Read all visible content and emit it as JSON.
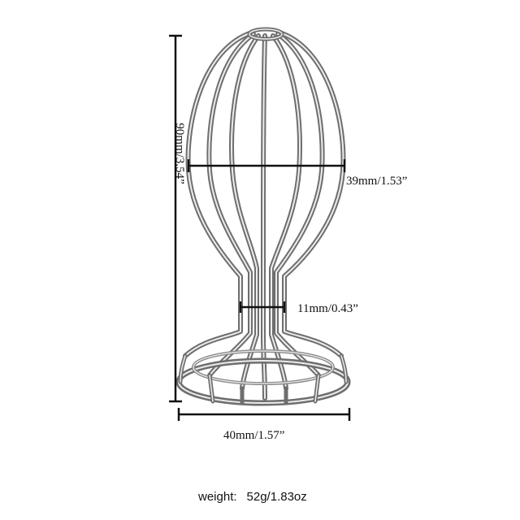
{
  "dimensions": {
    "height_label": "90mm/3.54”",
    "width_label": "39mm/1.53”",
    "neck_label": "11mm/0.43”",
    "base_label": "40mm/1.57”"
  },
  "weight": {
    "label": "weight:",
    "value": "52g/1.83oz"
  },
  "colors": {
    "metal_dark": "#6e6e6e",
    "metal_light": "#e6e6e6",
    "dimension_line": "#111111"
  }
}
